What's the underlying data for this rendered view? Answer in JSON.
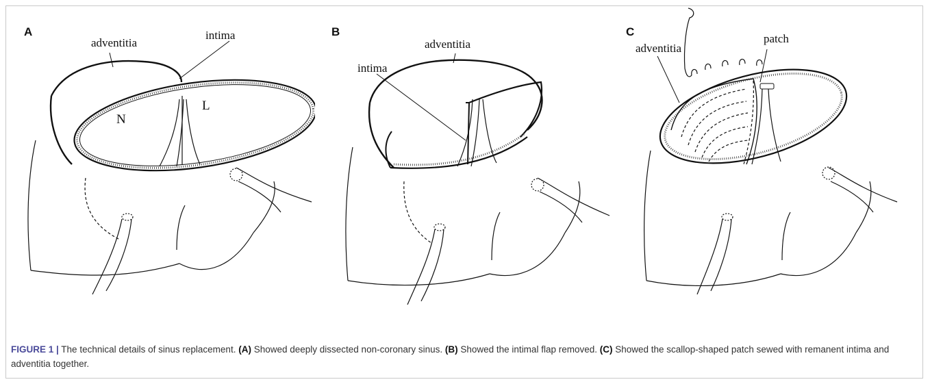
{
  "panels": [
    {
      "letter": "A",
      "labels": {
        "adventitia": "adventitia",
        "intima": "intima",
        "n": "N",
        "l": "L"
      }
    },
    {
      "letter": "B",
      "labels": {
        "adventitia": "adventitia",
        "intima": "intima"
      }
    },
    {
      "letter": "C",
      "labels": {
        "adventitia": "adventitia",
        "patch": "patch"
      }
    }
  ],
  "caption": {
    "figure_label": "FIGURE 1 |",
    "intro": " The technical details of sinus replacement. ",
    "part_a_ref": "(A)",
    "part_a_text": " Showed deeply dissected non-coronary sinus. ",
    "part_b_ref": "(B)",
    "part_b_text": " Showed the intimal flap removed. ",
    "part_c_ref": "(C)",
    "part_c_text": " Showed the scallop-shaped patch sewed with remanent intima and adventitia together."
  }
}
